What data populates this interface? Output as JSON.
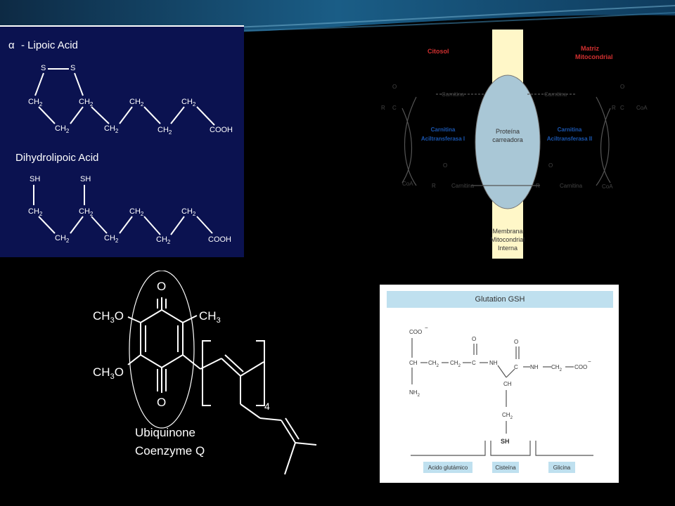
{
  "lipoic": {
    "title_symbol": "α",
    "title_text": "- Lipoic Acid",
    "dihydro_title": "Dihydrolipoic Acid",
    "s": "S",
    "sh": "SH",
    "ch": "CH",
    "sub2": "2",
    "cooh": "COOH"
  },
  "carnitine": {
    "citosol": "Citosol",
    "matrix_line1": "Matriz",
    "matrix_line2": "Mitocondrial",
    "carnitine": "Carnitina",
    "enzyme_left_1": "Carnitina",
    "enzyme_left_2": "Aciltransferasa I",
    "enzyme_right_1": "Carnitina",
    "enzyme_right_2": "Aciltransferasa II",
    "protein_1": "Proteína",
    "protein_2": "carreadora",
    "membrane_1": "Membrana",
    "membrane_2": "Mitocondrial",
    "membrane_3": "Interna",
    "r": "R",
    "c": "C",
    "o": "O",
    "coa": "CoA"
  },
  "ubiquinone": {
    "o": "O",
    "ch3": "CH",
    "ch3o": "CH",
    "sub3": "3",
    "o_suffix": "O",
    "repeat": "4",
    "label_1": "Ubiquinone",
    "label_2": "Coenzyme Q"
  },
  "glutathione": {
    "title": "Glutation GSH",
    "coo": "COO",
    "minus": "−",
    "ch": "CH",
    "ch2": "CH",
    "sub2": "2",
    "nh2": "NH",
    "c": "C",
    "o": "O",
    "nh": "NH",
    "sh": "SH",
    "section_1": "Acido glutámico",
    "section_2": "Cisteína",
    "section_3": "Glicina"
  },
  "colors": {
    "lipoic_bg": "#0b1250",
    "glut_header": "#bfe0ef",
    "membrane": "#fff7c8",
    "protein": "#a9c7d6"
  }
}
